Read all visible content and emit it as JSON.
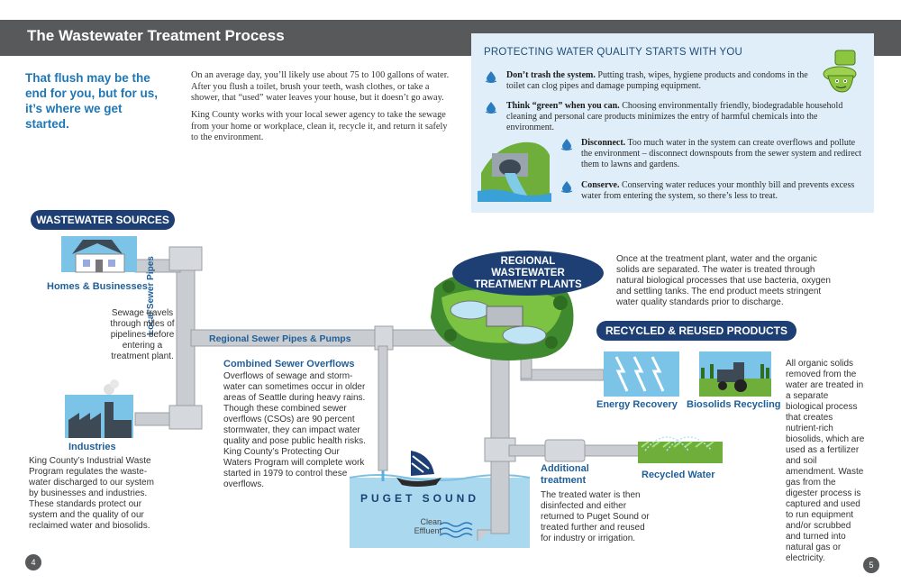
{
  "header": {
    "title": "The Wastewater Treatment Process"
  },
  "tagline": "That flush may be the end for you, but for us, it’s where we get started.",
  "intro": {
    "p1": "On an average day, you’ll likely use about 75 to 100 gallons of water. After you flush a toilet, brush your teeth, wash clothes, or take a shower, that “used” water leaves your house, but it doesn’t go away.",
    "p2": "King County works with your local sewer agency to take the sewage from your home or workplace, clean it, recycle it, and return it safely to the environment."
  },
  "water_quality": {
    "title": "PROTECTING WATER QUALITY STARTS WITH YOU",
    "tips": [
      {
        "bold": "Don’t trash the system.",
        "text": " Putting trash, wipes, hygiene products and condoms in the toilet can clog pipes and damage pumping equipment."
      },
      {
        "bold": "Think “green” when you can.",
        "text": " Choosing environmentally friendly, biodegradable household cleaning and personal care products minimizes the entry of harmful chemicals into the environment."
      },
      {
        "bold": "Disconnect.",
        "text": " Too much water in the system can create overflows and pollute the environment – disconnect downspouts from the sewer system and redirect them to lawns and gardens."
      },
      {
        "bold": "Conserve.",
        "text": " Conserving water reduces your monthly bill and prevents excess water from entering the system, so there’s less to treat."
      }
    ]
  },
  "diagram": {
    "sources_title": "WASTEWATER SOURCES",
    "homes_label": "Homes & Businesses",
    "local_pipes_label": "Local Sewer Pipes",
    "sewage_travels": "Sewage travels through miles of pipelines before entering a treatment plant.",
    "regional_pipes_label": "Regional Sewer Pipes & Pumps",
    "industries_label": "Industries",
    "industries_text": "King County’s Industrial Waste Program regulates the waste-water discharged to our system by businesses and industries. These standards protect our system and the quality of our reclaimed water and biosolids.",
    "cso_title": "Combined Sewer Overflows",
    "cso_text": "Overflows of sewage and storm-water can sometimes occur in older areas of Seattle during heavy rains. Though these combined sewer overflows (CSOs) are 90 percent stormwater, they can impact water quality and pose public health risks. King County’s Protecting Our Waters Program will complete work started in 1979 to control these overflows.",
    "plants_title_1": "REGIONAL",
    "plants_title_2": "WASTEWATER",
    "plants_title_3": "TREATMENT PLANTS",
    "plants_text": "Once at the treatment plant, water and the organic solids are separated. The water is treated through natural biological processes that use bacteria, oxygen and settling tanks. The end product meets stringent water quality standards prior to discharge.",
    "recycled_title": "RECYCLED & REUSED PRODUCTS",
    "energy_label": "Energy Recovery",
    "biosolids_label": "Biosolids Recycling",
    "biosolids_text": "All organic solids removed from the water are treated in a separate biological process that creates nutrient-rich biosolids, which are used as a fertilizer and soil amendment. Waste gas from the digester process is captured and used to run equipment and/or scrubbed and turned into natural gas or electricity.",
    "puget_sound": "PUGET SOUND",
    "clean_effluent": "Clean Effluent",
    "additional_label_1": "Additional",
    "additional_label_2": "treatment",
    "recycled_water_label": "Recycled Water",
    "treated_text": "The treated water is then disinfected and either returned to Puget Sound or treated further and reused for industry or irrigation."
  },
  "pages": {
    "left": "4",
    "right": "5"
  },
  "colors": {
    "pill": "#1d3f73",
    "label_blue": "#1f5f99",
    "header": "#58595b",
    "box_bg": "#dfeef8",
    "pipe": "#c9ccd0",
    "water": "#a9d8ef"
  }
}
